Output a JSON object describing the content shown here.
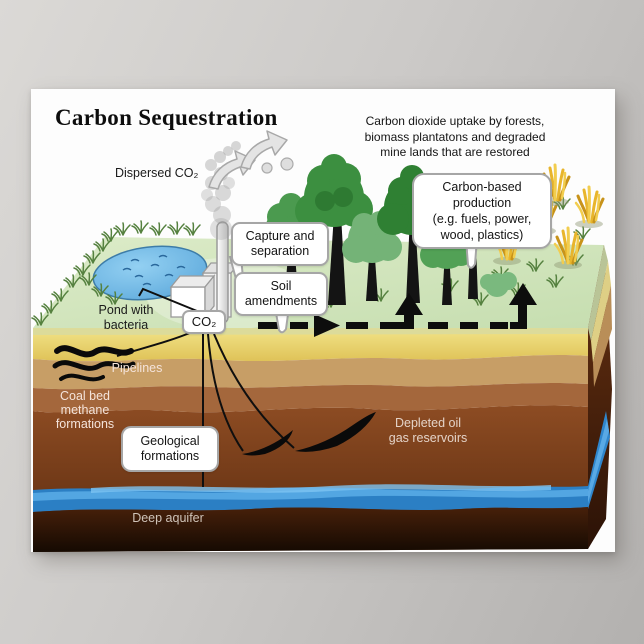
{
  "title": "Carbon Sequestration",
  "annotations": {
    "dispersed_co2": "Dispersed CO₂",
    "uptake_note": {
      "lines": [
        "Carbon dioxide uptake by forests,",
        "biomass plantatons and degraded",
        "mine lands that are restored"
      ]
    },
    "pond_label": {
      "lines": [
        "Pond with",
        "bacteria"
      ]
    },
    "pipelines_label": "Pipelines",
    "coal_bed_label": {
      "lines": [
        "Coal bed",
        "methane",
        "formations"
      ]
    },
    "depleted_label": {
      "lines": [
        "Depleted oil",
        "gas reservoirs"
      ]
    },
    "deep_aquifer_label": "Deep aquifer"
  },
  "callouts": {
    "capture": {
      "lines": [
        "Capture and",
        "separation"
      ]
    },
    "soil": {
      "lines": [
        "Soil",
        "amendments"
      ]
    },
    "co2_tag": "CO₂",
    "geological": {
      "lines": [
        "Geological",
        "formations"
      ]
    },
    "carbon_production": {
      "lines": [
        "Carbon-based",
        "production",
        "(e.g. fuels, power,",
        "wood, plastics)"
      ]
    }
  },
  "colors": {
    "grass_top": "#cfe3bc",
    "soil_yellow": "#e9d76c",
    "soil_tan": "#c79e66",
    "soil_brown": "#a4673c",
    "soil_dark_brown": "#6f3715",
    "aquifer_blue": "#2f86cc",
    "tree_green": "#3c8f40",
    "wheat_gold": "#e0a928",
    "diagram_black": "#0d0d0d",
    "callout_border": "#a6a6a6",
    "poster_bg": "#fdfdfd",
    "backdrop_gray": "#c6c4c2"
  }
}
